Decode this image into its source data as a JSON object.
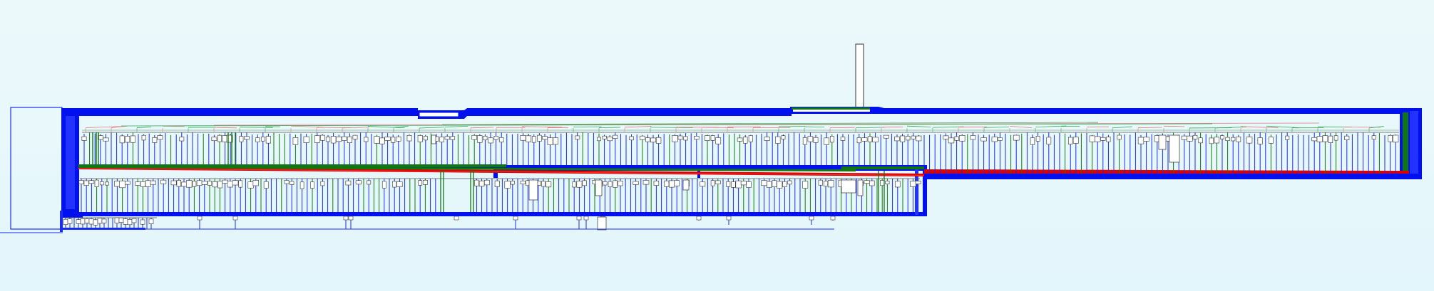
{
  "diagram": {
    "background": "#e6f7fb",
    "colors": {
      "bus": "#0010ee",
      "bus_inner": "#1a2cf0",
      "net_green": "#117711",
      "net_red": "#dd0000",
      "wire_gray": "#555555",
      "label_pink": "#e07a7a",
      "label_green": "#33aa55",
      "component_fill": "#ffffff",
      "component_stroke": "#333333"
    },
    "layers": [
      "bus-frame",
      "upper-row",
      "middle-row",
      "lower-row",
      "chimney"
    ],
    "icons": [
      "component-box",
      "wire",
      "net-label"
    ]
  }
}
